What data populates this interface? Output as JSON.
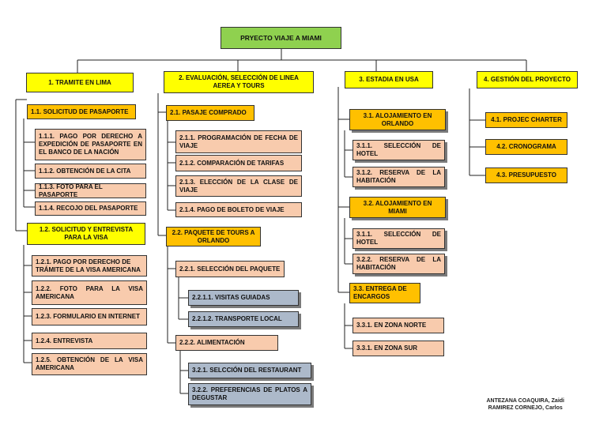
{
  "root": "PRYECTO VIAJE A MIAMI",
  "branch1": {
    "title": "1. TRAMITE EN LIMA",
    "n1_1": "1.1. SOLICITUD DE PASAPORTE",
    "n1_1_1": "1.1.1. PAGO POR DERECHO A EXPEDICIÓN DE PASAPORTE EN EL BANCO DE LA NACIÓN",
    "n1_1_2": "1.1.2. OBTENCIÓN DE LA CITA",
    "n1_1_3": "1.1.3. FOTO PARA EL PASAPORTE",
    "n1_1_4": "1.1.4. RECOJO DEL PASAPORTE",
    "n1_2": "1.2. SOLICITUD Y ENTREVISTA PARA LA VISA",
    "n1_2_1": "1.2.1. PAGO POR DERECHO DE TRÁMITE DE LA VISA AMERICANA",
    "n1_2_2": "1.2.2. FOTO PARA LA VISA AMERICANA",
    "n1_2_3": "1.2.3. FORMULARIO EN INTERNET",
    "n1_2_4": "1.2.4. ENTREVISTA",
    "n1_2_5": "1.2.5. OBTENCIÓN DE LA VISA AMERICANA"
  },
  "branch2": {
    "title": "2. EVALUACIÓN, SELECCIÓN DE LINEA AEREA Y TOURS",
    "n2_1": "2.1. PASAJE COMPRADO",
    "n2_1_1": "2.1.1. PROGRAMACIÓN DE FECHA DE VIAJE",
    "n2_1_2": "2.1.2. COMPARACIÓN DE TARIFAS",
    "n2_1_3": "2.1.3. ELECCIÓN DE LA CLASE DE VIAJE",
    "n2_1_4": "2.1.4. PAGO DE BOLETO DE VIAJE",
    "n2_2": "2.2. PAQUETE DE TOURS A ORLANDO",
    "n2_2_1": "2.2.1. SELECCIÓN DEL PAQUETE",
    "n2_2_1_1": "2.2.1.1. VISITAS GUIADAS",
    "n2_2_1_2": "2.2.1.2. TRANSPORTE LOCAL",
    "n2_2_2": "2.2.2. ALIMENTACIÓN",
    "n3_2_1": "3.2.1. SELCCIÓN DEL RESTAURANT",
    "n3_2_2": "3.2.2. PREFERENCIAS DE PLATOS A DEGUSTAR"
  },
  "branch3": {
    "title": "3. ESTADIA EN USA",
    "n3_1": "3.1. ALOJAMIENTO EN ORLANDO",
    "n3_1_1": "3.1.1. SELECCIÓN DE HOTEL",
    "n3_1_2": "3.1.2. RESERVA DE LA HABITACIÓN",
    "n3_2": "3.2. ALOJAMIENTO EN MIAMI",
    "n3_1_1b": "3.1.1. SELECCIÓN DE HOTEL",
    "n3_2_2": "3.2.2. RESERVA DE LA HABITACIÓN",
    "n3_3": "3.3. ENTREGA DE ENCARGOS",
    "n3_3_1a": "3.3.1. EN ZONA NORTE",
    "n3_3_1b": "3.3.1. EN ZONA SUR"
  },
  "branch4": {
    "title": "4. GESTIÓN DEL PROYECTO",
    "n4_1": "4.1. PROJEC CHARTER",
    "n4_2": "4.2. CRONOGRAMA",
    "n4_3": "4.3. PRESUPUESTO"
  },
  "authors": {
    "line1": "ANTEZANA COAQUIRA, Zaidi",
    "line2": "RAMIREZ CORNEJO, Carlos"
  }
}
